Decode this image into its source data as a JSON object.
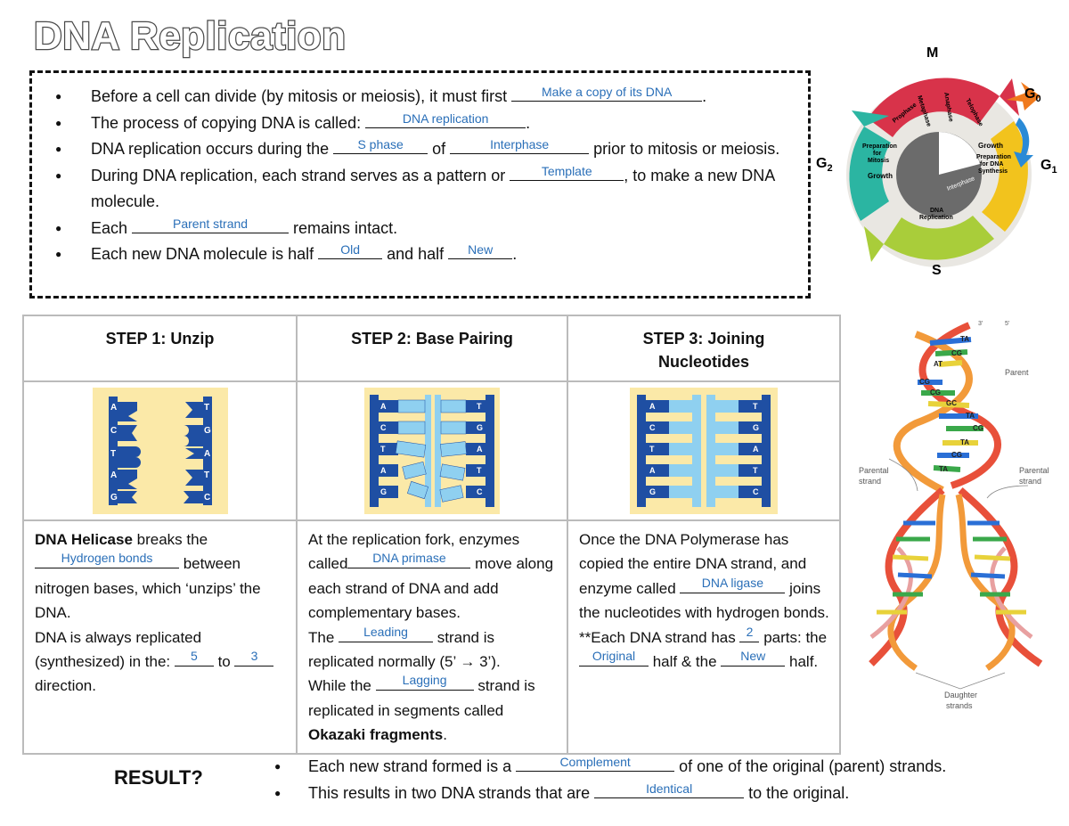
{
  "title": "DNA Replication",
  "intro": {
    "b1": {
      "t1": "Before a cell can divide (by mitosis or meiosis), it must first ",
      "a1": "Make a copy of its DNA",
      "t2": "."
    },
    "b2": {
      "t1": "The process of copying DNA is called: ",
      "a1": "DNA replication",
      "t2": "."
    },
    "b3": {
      "t1": "DNA replication occurs during the ",
      "a1": "S phase",
      "t2": " of ",
      "a2": "Interphase",
      "t3": " prior to mitosis or meiosis."
    },
    "b4": {
      "t1": "During DNA replication, each strand serves as a pattern or ",
      "a1": "Template",
      "t2": ", to make a new DNA molecule."
    },
    "b5": {
      "t1": "Each ",
      "a1": "Parent strand",
      "t2": " remains intact."
    },
    "b6": {
      "t1": "Each new DNA molecule is half ",
      "a1": "Old",
      "t2": " and half ",
      "a2": "New",
      "t3": "."
    }
  },
  "cell_cycle": {
    "M": "M",
    "G0": "G",
    "G0_sub": "0",
    "G1": "G",
    "G1_sub": "1",
    "G2": "G",
    "G2_sub": "2",
    "S": "S",
    "prophase": "Prophase",
    "metaphase": "Metaphase",
    "anaphase": "Anaphase",
    "telophase": "Telophase",
    "prep_mitosis": [
      "Preparation",
      "for",
      "Mitosis"
    ],
    "growth_left": "Growth",
    "growth_right": "Growth",
    "prep_dna": [
      "Preparation",
      "for DNA",
      "Synthesis"
    ],
    "dna_rep": [
      "DNA",
      "Replication"
    ],
    "interphase": "Interphase"
  },
  "steps": {
    "s1": {
      "header": "STEP 1: Unzip",
      "bold1": "DNA Helicase",
      "t1": " breaks the ",
      "a1": "Hydrogen bonds",
      "t2": " between nitrogen bases, which ‘unzips’ the DNA.",
      "t3": "DNA is always replicated (synthesized) in the: ",
      "a2": "5",
      "t4": " to ",
      "a3": "3",
      "t5": " direction."
    },
    "s2": {
      "header": "STEP 2: Base Pairing",
      "t1": "At the replication fork, enzymes called",
      "a1": "DNA primase",
      "t2": " move along each strand of DNA and add complementary bases.",
      "t3": "The ",
      "a2": "Leading",
      "t4": " strand is replicated normally (5’ → 3’).",
      "t5": "While the ",
      "a3": "Lagging",
      "t6": " strand is replicated in segments called ",
      "bold1": "Okazaki fragments",
      "t7": "."
    },
    "s3": {
      "header": "STEP 3: Joining Nucleotides",
      "t1": "Once the DNA Polymerase has copied the entire DNA strand, and enzyme called ",
      "a1": "DNA ligase",
      "t2": " joins the nucleotides with hydrogen bonds.",
      "t3": "**Each DNA strand has ",
      "a2": "2",
      "t4": " parts: the ",
      "a3": "Original",
      "t5": " half & the ",
      "a4": "New",
      "t6": " half."
    }
  },
  "helix": {
    "parent": "Parent",
    "parental_l": [
      "Parental",
      "strand"
    ],
    "parental_r": [
      "Parental",
      "strand"
    ],
    "daughter": [
      "Daughter",
      "strands"
    ],
    "three_prime": "3'",
    "five_prime": "5'",
    "pairs_top": [
      "TA",
      "CG",
      "AT",
      "CG",
      "CG",
      "GC",
      "TA",
      "CG",
      "TA",
      "CG",
      "TA"
    ],
    "bases": {
      "A": "A",
      "T": "T",
      "C": "C",
      "G": "G"
    }
  },
  "result": {
    "label": "RESULT?",
    "r1": {
      "t1": "Each new strand formed is a ",
      "a1": "Complement",
      "t2": " of one of the original (parent) strands."
    },
    "r2": {
      "t1": "This results in two DNA strands that are ",
      "a1": "Identical",
      "t2": " to the original."
    }
  },
  "colors": {
    "answer": "#2a6fb8",
    "dna_blue": "#1f4fa3",
    "dna_light": "#8fd0f0",
    "panel_bg": "#fbe9a8"
  }
}
